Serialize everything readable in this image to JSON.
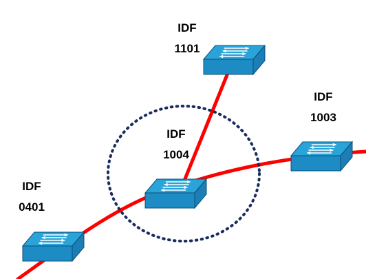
{
  "colors": {
    "link": "#ff0000",
    "switch_top": "#2aa3d8",
    "switch_side": "#1b7fb5",
    "switch_front": "#1d8bc4",
    "switch_edge": "#0d4f78",
    "arrow": "#ffffff",
    "highlight_ring": "#1a2b5e",
    "label_text": "#000000"
  },
  "nodes": [
    {
      "id": "idf-1101",
      "icon": "network-switch-icon",
      "label_line1": "IDF",
      "label_line2": "1101"
    },
    {
      "id": "idf-1003",
      "icon": "network-switch-icon",
      "label_line1": "IDF",
      "label_line2": "1003"
    },
    {
      "id": "idf-1004",
      "icon": "network-switch-icon",
      "label_line1": "IDF",
      "label_line2": "1004",
      "highlighted": true
    },
    {
      "id": "idf-0401",
      "icon": "network-switch-icon",
      "label_line1": "IDF",
      "label_line2": "0401"
    }
  ],
  "links": [
    {
      "from": "idf-0401",
      "to": "idf-1004"
    },
    {
      "from": "idf-1004",
      "to": "idf-1003"
    },
    {
      "from": "idf-1004",
      "to": "idf-1101"
    }
  ]
}
